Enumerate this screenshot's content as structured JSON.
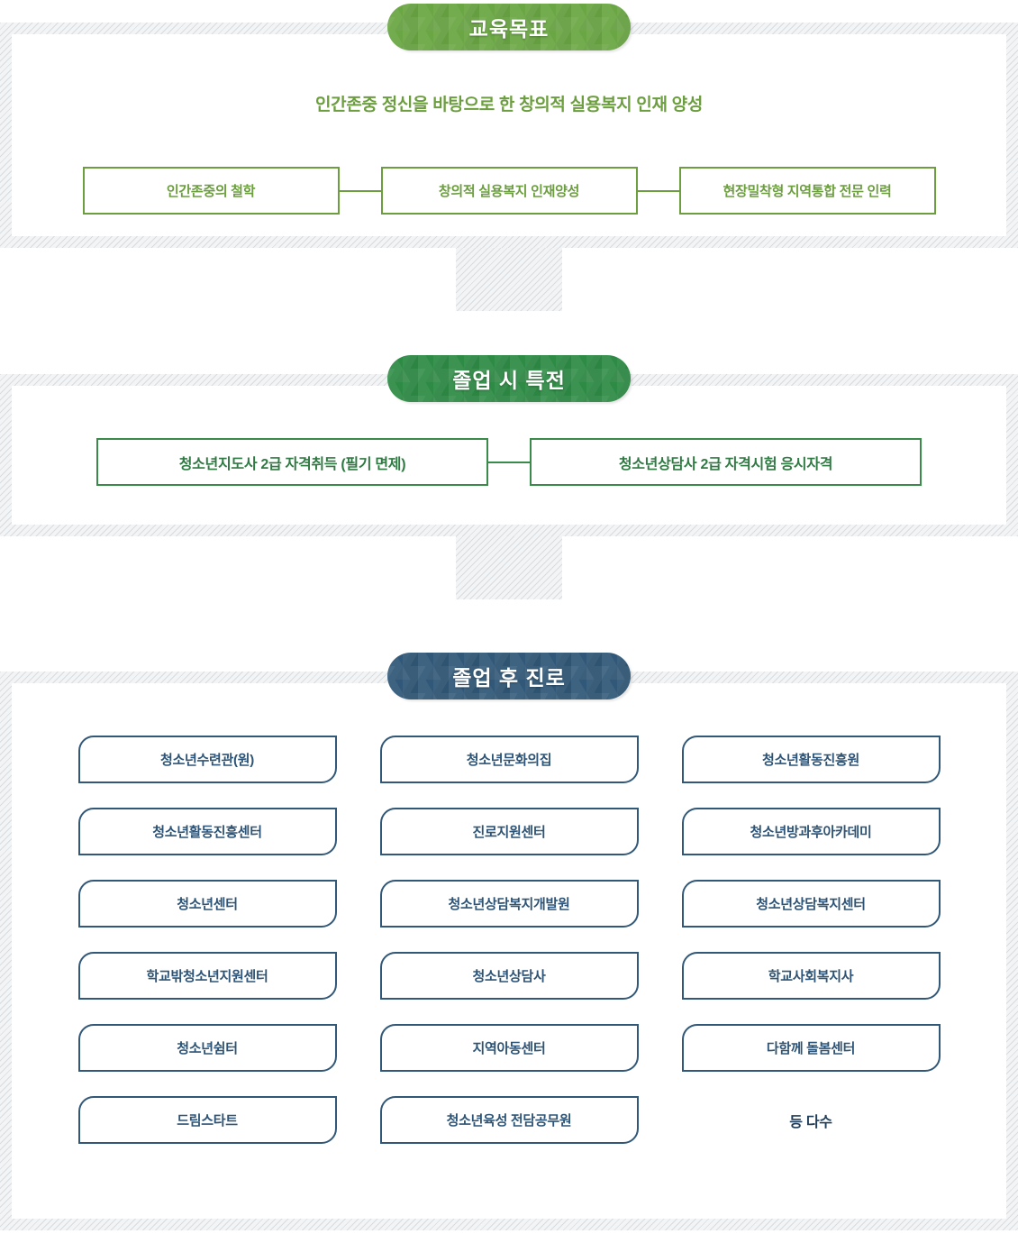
{
  "colors": {
    "green_light": "#6aa643",
    "green_dark": "#2e8b45",
    "blue": "#315878",
    "green_text_1": "#6c9e3f",
    "green_text_2": "#2f7a42",
    "blue_text": "#2d5476",
    "hatch": "#d8dcdf"
  },
  "section1": {
    "badge": "교육목표",
    "headline": "인간존중 정신을 바탕으로 한 창의적 실용복지 인재 양성",
    "boxes": [
      "인간존중의 철학",
      "창의적 실용복지 인재양성",
      "현장밀착형 지역통합 전문 인력"
    ]
  },
  "section2": {
    "badge": "졸업 시 특전",
    "boxes": [
      "청소년지도사 2급 자격취득 (필기 면제)",
      "청소년상담사 2급 자격시험 응시자격"
    ]
  },
  "section3": {
    "badge": "졸업 후 진로",
    "items": [
      {
        "label": "청소년수련관(원)",
        "boxed": true
      },
      {
        "label": "청소년문화의집",
        "boxed": true
      },
      {
        "label": "청소년활동진흥원",
        "boxed": true
      },
      {
        "label": "청소년활동진흥센터",
        "boxed": true
      },
      {
        "label": "진로지원센터",
        "boxed": true
      },
      {
        "label": "청소년방과후아카데미",
        "boxed": true
      },
      {
        "label": "청소년센터",
        "boxed": true
      },
      {
        "label": "청소년상담복지개발원",
        "boxed": true
      },
      {
        "label": "청소년상담복지센터",
        "boxed": true
      },
      {
        "label": "학교밖청소년지원센터",
        "boxed": true
      },
      {
        "label": "청소년상담사",
        "boxed": true
      },
      {
        "label": "학교사회복지사",
        "boxed": true
      },
      {
        "label": "청소년쉼터",
        "boxed": true
      },
      {
        "label": "지역아동센터",
        "boxed": true
      },
      {
        "label": "다함께 돌봄센터",
        "boxed": true
      },
      {
        "label": "드림스타트",
        "boxed": true
      },
      {
        "label": "청소년육성 전담공무원",
        "boxed": true
      },
      {
        "label": "등 다수",
        "boxed": false
      }
    ]
  }
}
